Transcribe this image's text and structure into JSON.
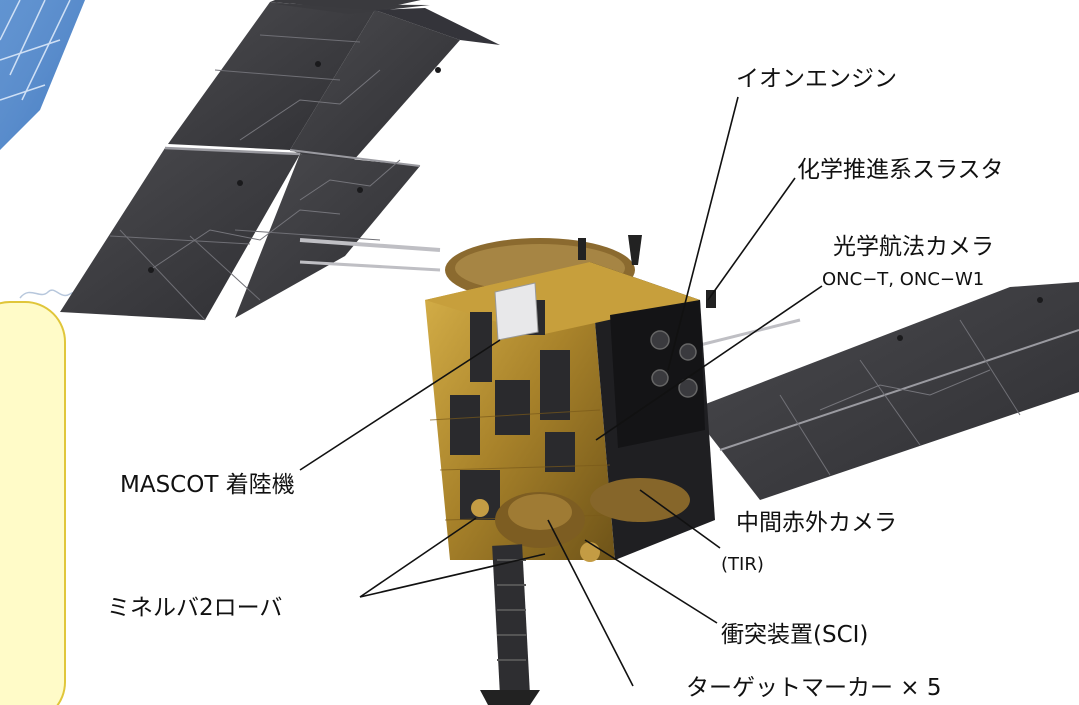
{
  "labels": {
    "ion_engine": "イオンエンジン",
    "chemical_thrusters": "化学推進系スラスタ",
    "onc_title": "光学航法カメラ",
    "onc_models": "ONC−T, ONC−W1",
    "mascot": "MASCOT 着陸機",
    "tir_name": "中間赤外カメラ",
    "tir_code": "(TIR)",
    "minerva": "ミネルバ2ローバ",
    "sci": "衝突装置(SCI)",
    "target_marker": "ターゲットマーカー × 5"
  },
  "colors": {
    "panel": "#3f3f42",
    "panel_grid": "#7d7d82",
    "gold_foil": "#b08a2e",
    "gold_dark": "#6e5318",
    "black_body": "#1f1f22",
    "callout_box": "#fffbc8",
    "callout_border": "#e0c63a",
    "leader_line": "#111111",
    "sky_panel": "#4f87c9"
  }
}
